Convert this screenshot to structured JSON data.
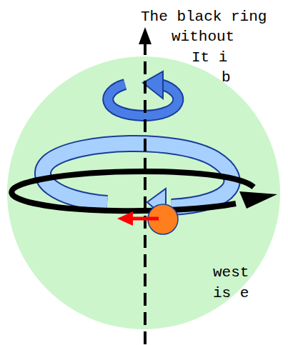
{
  "diagram": {
    "labels": [
      "The black ring",
      "without",
      "It i",
      "b",
      "west",
      "is e"
    ]
  }
}
